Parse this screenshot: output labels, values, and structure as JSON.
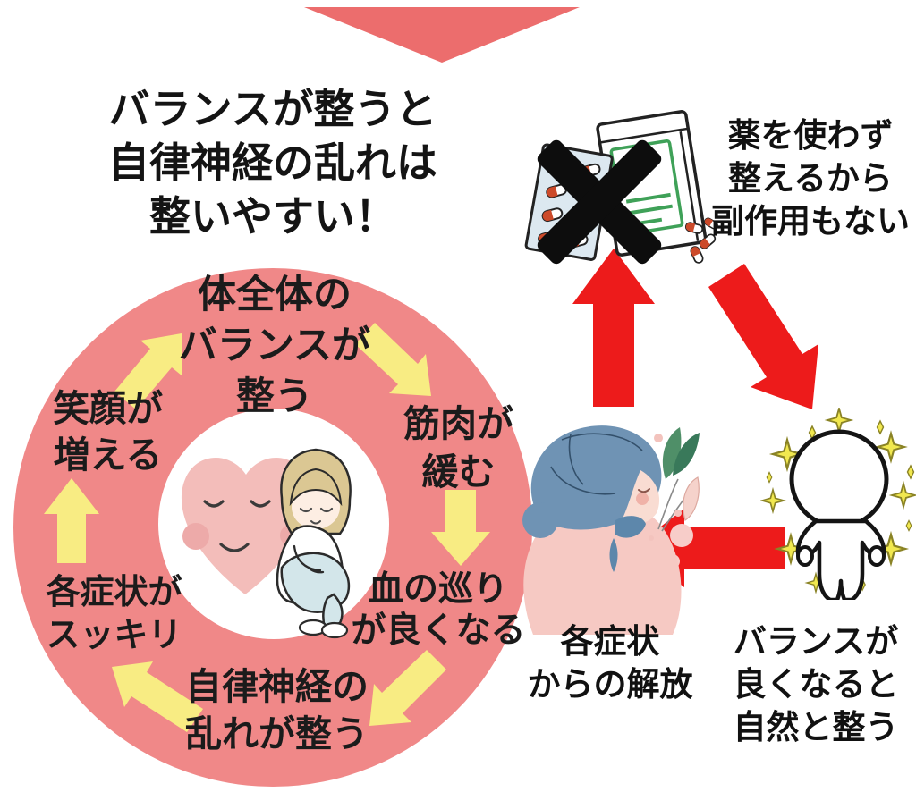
{
  "title": {
    "lines": [
      "バランスが整うと",
      "自律神経の乱れは",
      "整いやすい！"
    ]
  },
  "no_medicine": {
    "icon": "crossed-out-medicine-icon",
    "note_lines": [
      "薬を使わず",
      "整えるから",
      "副作用もない"
    ]
  },
  "cycle": {
    "center_icon": "relaxed-woman-with-smiling-heart-icon",
    "steps": [
      {
        "lines": [
          "体全体の",
          "バランスが",
          "整う"
        ]
      },
      {
        "lines": [
          "筋肉が",
          "緩む"
        ]
      },
      {
        "lines": [
          "血の巡り",
          "が良くなる"
        ]
      },
      {
        "lines": [
          "自律神経の",
          "乱れが整う"
        ]
      },
      {
        "lines": [
          "各症状が",
          "スッキリ"
        ]
      },
      {
        "lines": [
          "笑顔が",
          "増える"
        ]
      }
    ]
  },
  "right_flow": {
    "suffering_icon": "suffering-woman-icon",
    "sparkling_icon": "sparkling-person-icon",
    "symptom_release": {
      "lines": [
        "各症状",
        "からの解放"
      ]
    },
    "natural_balance": {
      "lines": [
        "バランスが",
        "良くなると",
        "自然と整う"
      ]
    }
  },
  "colors": {
    "triangle_salmon": "#ec6d6d",
    "ring_pink": "#f08888",
    "arrow_yellow": "#f8ec83",
    "arrow_red": "#ed1b1b",
    "bag_label_green": "#3fa158",
    "capsule_red": "#cc4a2a",
    "hair_blue": "#6f93b4",
    "heart_pink": "#f3bdba",
    "text_black": "#1b1b1b"
  }
}
